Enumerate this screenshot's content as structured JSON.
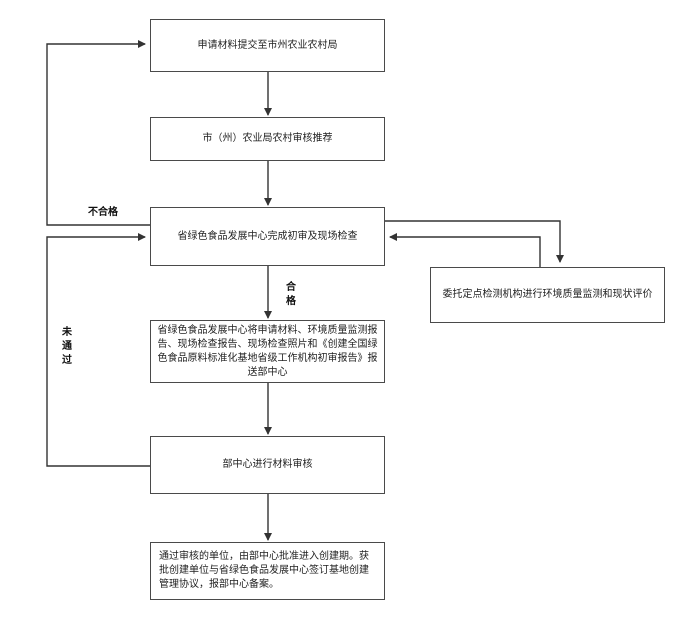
{
  "nodes": {
    "submit": "申请材料提交至市州农业农村局",
    "recommend": "市（州）农业局农村审核推荐",
    "inspect": "省绿色食品发展中心完成初审及现场检查",
    "entrust": "委托定点检测机构进行环境质量监测和现状评价",
    "report": "省绿色食品发展中心将申请材料、环境质量监测报告、现场检查报告、现场检查照片和《创建全国绿色食品原料标准化基地省级工作机构初审报告》报送部中心",
    "review": "部中心进行材料审核",
    "final": "通过审核的单位，由部中心批准进入创建期。获批创建单位与省绿色食品发展中心签订基地创建管理协议，报部中心备案。"
  },
  "labels": {
    "fail": "不合格",
    "pass": "合格",
    "not_passed": "未通过"
  }
}
